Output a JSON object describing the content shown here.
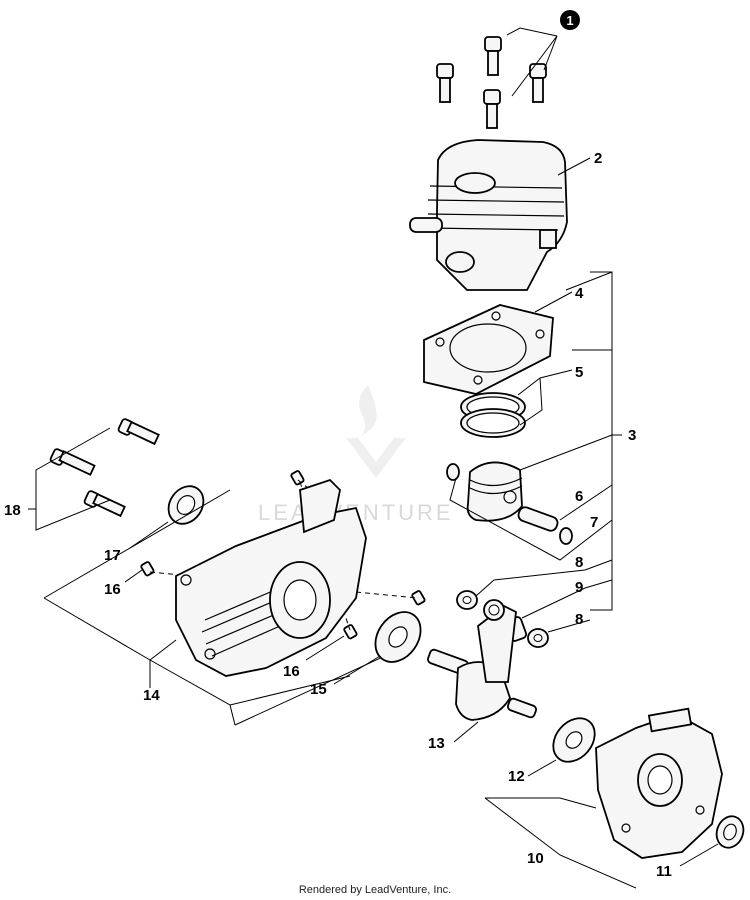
{
  "diagram": {
    "badge": "1",
    "callouts": [
      "2",
      "3",
      "4",
      "5",
      "6",
      "7",
      "8",
      "9",
      "8",
      "10",
      "11",
      "12",
      "13",
      "14",
      "15",
      "16",
      "16",
      "17",
      "18"
    ],
    "watermark": "LEADVENTURE",
    "footer": "Rendered by LeadVenture, Inc.",
    "colors": {
      "line": "#000000",
      "badge": "#000000",
      "watermark": "#d9d9d9"
    },
    "icons": [
      "leadventure-logo-icon"
    ]
  }
}
